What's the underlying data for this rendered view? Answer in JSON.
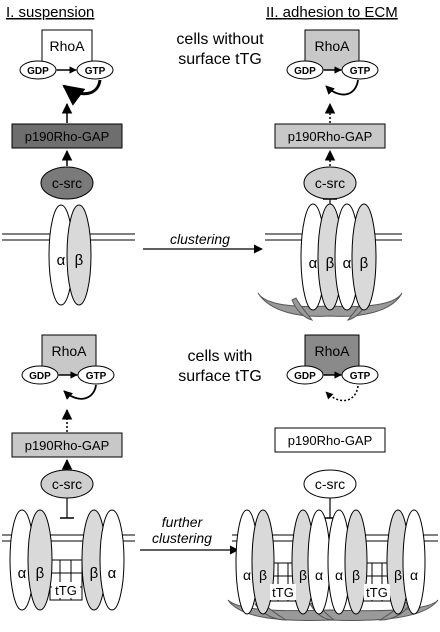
{
  "headers": {
    "left": "I. suspension",
    "right": "II. adhesion to ECM"
  },
  "captions": {
    "top": [
      "cells without",
      "surface tTG"
    ],
    "bottom": [
      "cells with",
      "surface tTG"
    ]
  },
  "labels": {
    "rhoa": "RhoA",
    "gdp": "GDP",
    "gtp": "GTP",
    "gap": "p190Rho-GAP",
    "csrc": "c-src",
    "alpha": "α",
    "beta": "β",
    "ttg": "tTG"
  },
  "arrows": {
    "clustering": "clustering",
    "further_clustering": [
      "further",
      "clustering"
    ]
  },
  "colors": {
    "rhoa_white": "#ffffff",
    "rhoa_light": "#c8c8c8",
    "rhoa_dark": "#8a8a8a",
    "gap_dark": "#6e6e6e",
    "gap_light": "#c8c8c8",
    "csrc_dark": "#7a7a7a",
    "csrc_light": "#cfcfcf",
    "integrin_alpha": "#ffffff",
    "integrin_beta": "#d9d9d9",
    "ecm": "#9a9a9a",
    "ink": "#000000"
  }
}
